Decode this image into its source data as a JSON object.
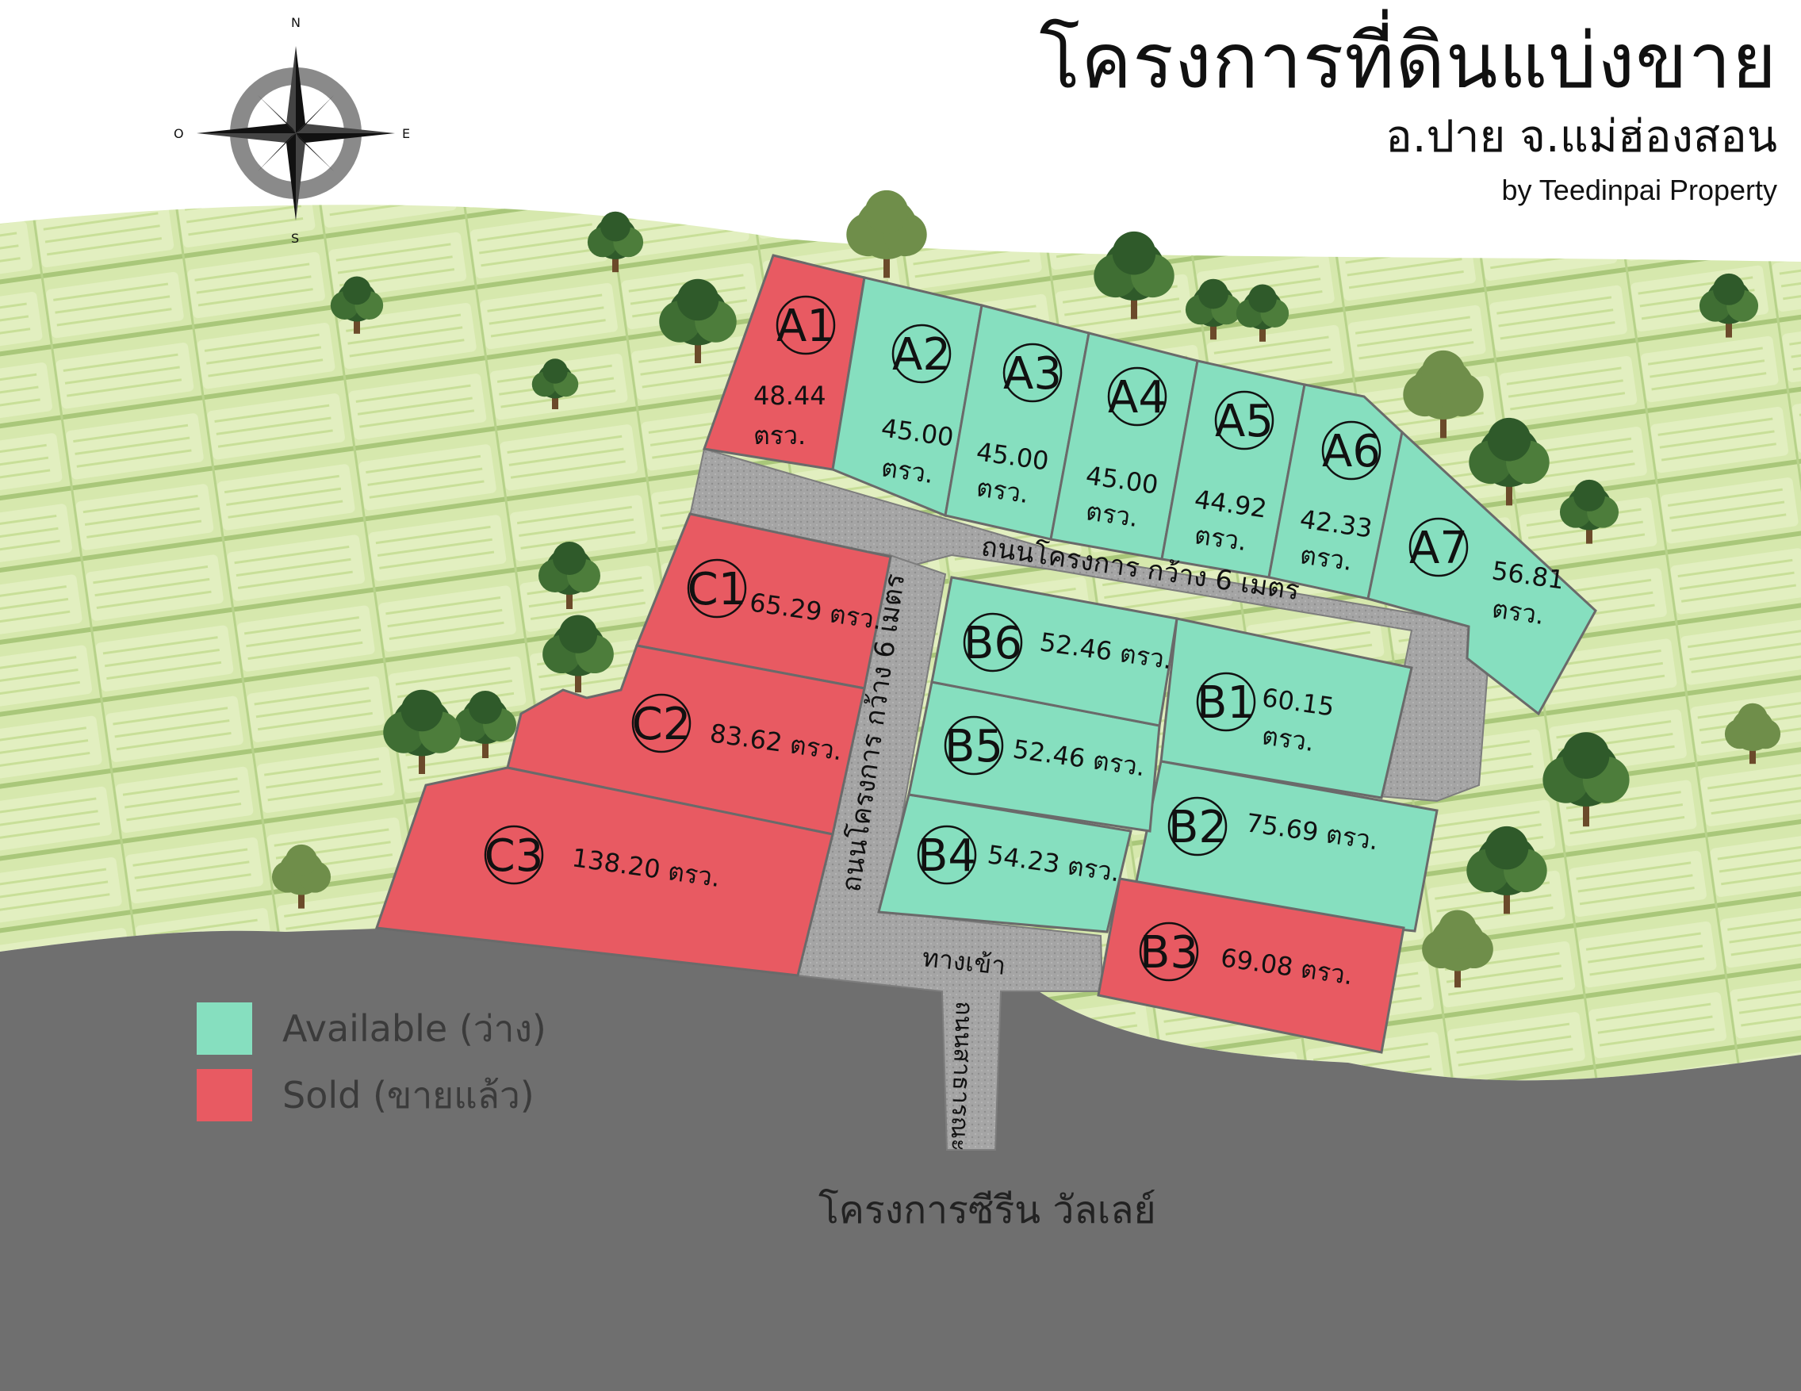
{
  "title": {
    "main": "โครงการที่ดินแบ่งขาย",
    "location": "อ.ปาย จ.แม่ฮ่องสอน",
    "by": "by Teedinpai Property"
  },
  "compass": {
    "n": "N",
    "s": "S",
    "e": "E",
    "w": "O"
  },
  "colors": {
    "available": "#86dfbf",
    "sold": "#e85a62",
    "road": "#a7a7a7",
    "ground": "#6f6f6f",
    "field": "#cfe3a6"
  },
  "roads": {
    "main_horizontal": "ถนนโครงการ กว้าง 6 เมตร",
    "main_vertical": "ถนนโครงการ กว้าง 6 เมตร",
    "entrance": "ทางเข้า",
    "public_road": "ถนนสาธารณะ"
  },
  "plots": [
    {
      "id": "A1",
      "area": "48.44",
      "unit": "ตรว.",
      "status": "sold"
    },
    {
      "id": "A2",
      "area": "45.00",
      "unit": "ตรว.",
      "status": "available"
    },
    {
      "id": "A3",
      "area": "45.00",
      "unit": "ตรว.",
      "status": "available"
    },
    {
      "id": "A4",
      "area": "45.00",
      "unit": "ตรว.",
      "status": "available"
    },
    {
      "id": "A5",
      "area": "44.92",
      "unit": "ตรว.",
      "status": "available"
    },
    {
      "id": "A6",
      "area": "42.33",
      "unit": "ตรว.",
      "status": "available"
    },
    {
      "id": "A7",
      "area": "56.81",
      "unit": "ตรว.",
      "status": "available"
    },
    {
      "id": "B1",
      "area": "60.15",
      "unit": "ตรว.",
      "status": "available"
    },
    {
      "id": "B2",
      "area": "75.69",
      "unit": "ตรว.",
      "status": "available"
    },
    {
      "id": "B3",
      "area": "69.08",
      "unit": "ตรว.",
      "status": "sold"
    },
    {
      "id": "B4",
      "area": "54.23",
      "unit": "ตรว.",
      "status": "available"
    },
    {
      "id": "B5",
      "area": "52.46",
      "unit": "ตรว.",
      "status": "available"
    },
    {
      "id": "B6",
      "area": "52.46",
      "unit": "ตรว.",
      "status": "available"
    },
    {
      "id": "C1",
      "area": "65.29",
      "unit": "ตรว.",
      "status": "sold"
    },
    {
      "id": "C2",
      "area": "83.62",
      "unit": "ตรว.",
      "status": "sold"
    },
    {
      "id": "C3",
      "area": "138.20",
      "unit": "ตรว.",
      "status": "sold"
    }
  ],
  "legend": [
    {
      "label": "Available (ว่าง)",
      "status": "available"
    },
    {
      "label": "Sold (ขายแล้ว)",
      "status": "sold"
    }
  ],
  "neighbor_project": "โครงการซีรีน วัลเลย์"
}
